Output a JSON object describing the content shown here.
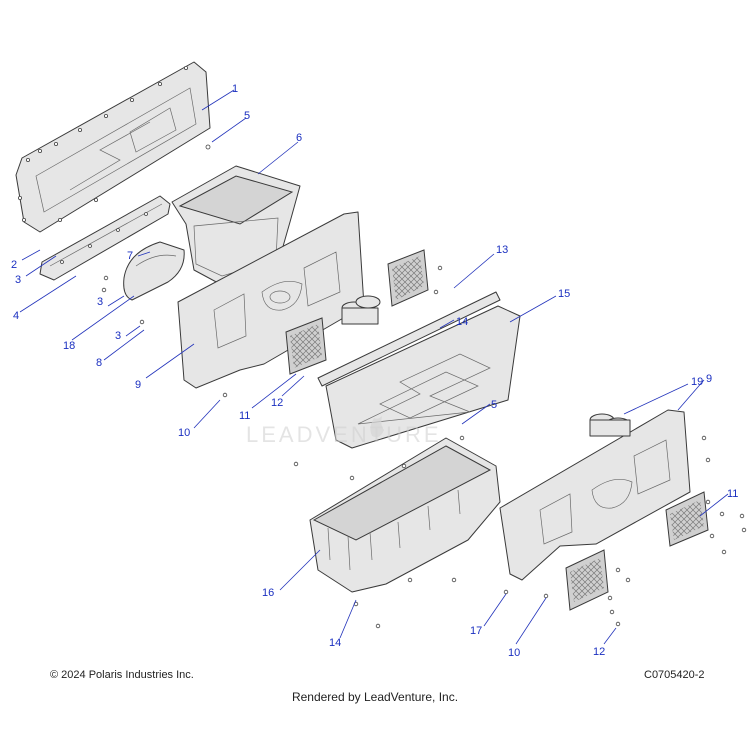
{
  "footer": {
    "copyright": "© 2024 Polaris Industries Inc.",
    "figure_code": "C0705420-2",
    "rendered_by": "Rendered by LeadVenture, Inc."
  },
  "watermark": "LEADVENTURE",
  "callouts": [
    "1",
    "5",
    "6",
    "2",
    "3",
    "4",
    "7",
    "3",
    "18",
    "3",
    "8",
    "9",
    "10",
    "11",
    "12",
    "13",
    "15",
    "14",
    "5",
    "19",
    "9",
    "11",
    "16",
    "14",
    "17",
    "10",
    "12"
  ],
  "icons": {
    "logo_mark": "leadventure-flame-icon"
  }
}
